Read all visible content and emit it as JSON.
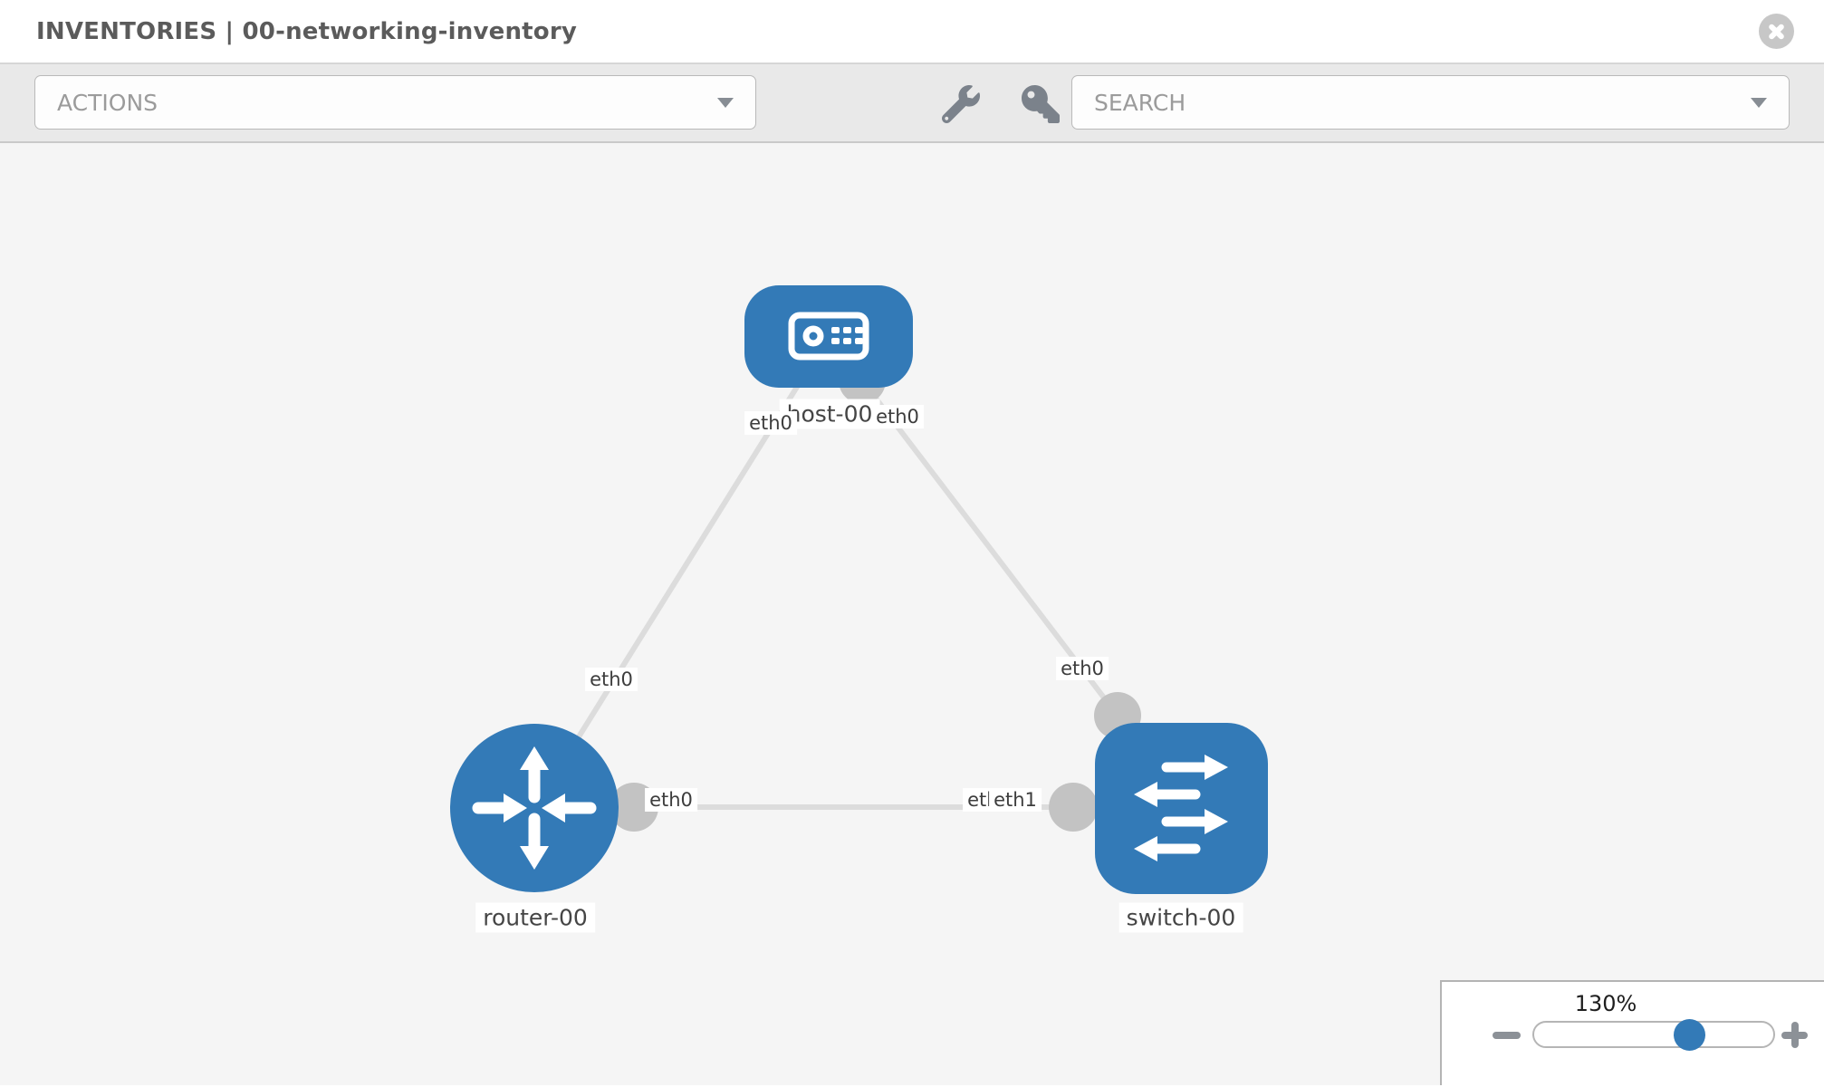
{
  "header": {
    "title": "INVENTORIES | 00-networking-inventory"
  },
  "toolbar": {
    "actions_label": "ACTIONS",
    "search_label": "SEARCH"
  },
  "icons": {
    "close": "x-in-circle",
    "wrench": "wrench",
    "key": "key",
    "select_caret": "triangle-down",
    "zoom_out": "minus",
    "zoom_in": "plus"
  },
  "colors": {
    "node_blue": "#337ab7",
    "canvas_bg": "#f5f5f5",
    "toolbar_bg": "#e9e9e9",
    "link_gray": "#dcdcdc",
    "connector_gray": "#c3c3c3",
    "icon_gray": "#7b828b"
  },
  "topology": {
    "nodes": [
      {
        "id": "host-00",
        "type": "host",
        "label": "host-00"
      },
      {
        "id": "router-00",
        "type": "router",
        "label": "router-00"
      },
      {
        "id": "switch-00",
        "type": "switch",
        "label": "switch-00"
      }
    ],
    "links": [
      {
        "from": "host-00",
        "to": "router-00",
        "labels": {
          "near_host": "eth0",
          "near_router": "eth0"
        }
      },
      {
        "from": "host-00",
        "to": "switch-00",
        "labels": {
          "near_host": "eth0",
          "near_switch": "eth0"
        }
      },
      {
        "from": "router-00",
        "to": "switch-00",
        "labels": {
          "near_router": "eth0",
          "near_switch_back": "eth0",
          "near_switch_front": "eth1"
        }
      }
    ]
  },
  "zoom_control": {
    "level": "130%"
  }
}
